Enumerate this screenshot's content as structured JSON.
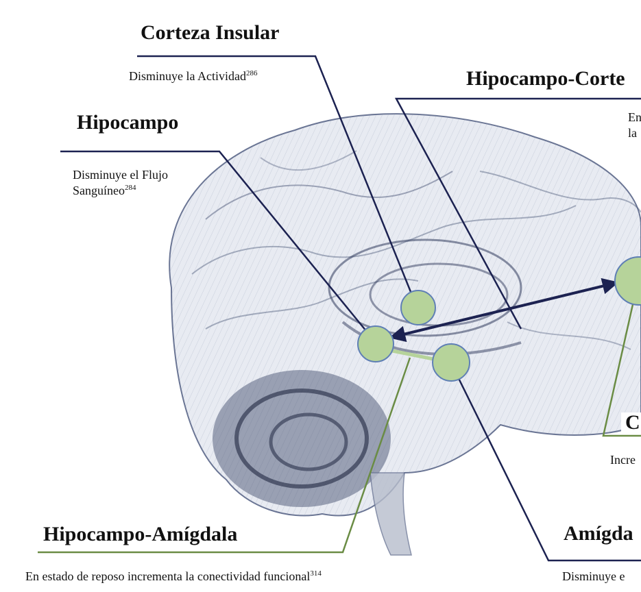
{
  "labels": {
    "corteza_insular": {
      "title": "Corteza Insular",
      "desc": "Disminuye la Actividad",
      "ref": "286"
    },
    "hipocampo_corteza": {
      "title": "Hipocampo-Corte",
      "desc_line1": "En",
      "desc_line2": "la"
    },
    "hipocampo": {
      "title": "Hipocampo",
      "desc_line1": "Disminuye el Flujo",
      "desc_line2": "Sanguíneo",
      "ref": "284"
    },
    "corteza_right": {
      "title": "C",
      "desc": "Incre"
    },
    "hipocampo_amigdala": {
      "title": "Hipocampo-Amígdala",
      "desc": "En estado de reposo incrementa la conectividad funcional",
      "ref": "314"
    },
    "amigdala": {
      "title": "Amígda",
      "desc": "Disminuye e"
    }
  },
  "colors": {
    "node_fill": "#b6d39a",
    "node_stroke": "#5f7fb5",
    "leader_navy": "#1c2251",
    "leader_green": "#6a8c44",
    "brain": "#3a4566"
  }
}
